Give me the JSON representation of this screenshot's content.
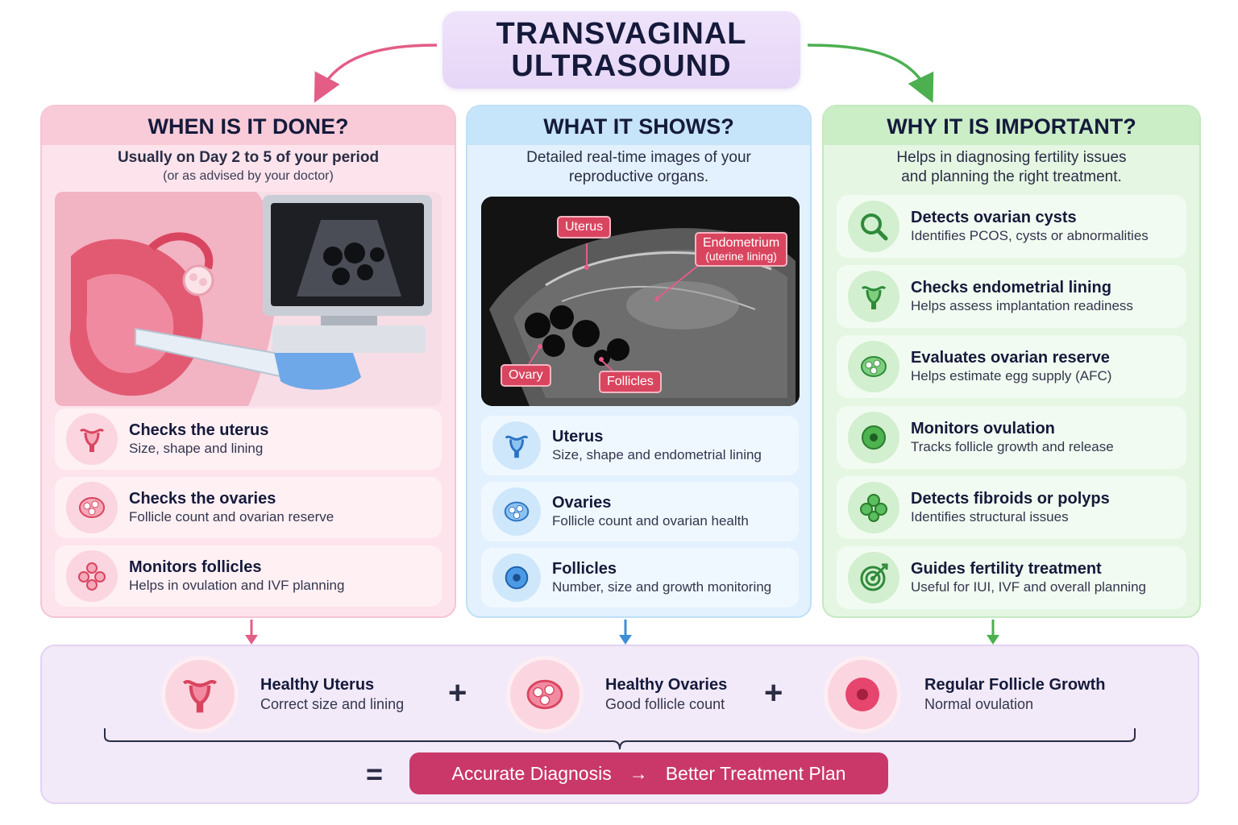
{
  "title": {
    "line1": "TRANSVAGINAL",
    "line2": "ULTRASOUND"
  },
  "colors": {
    "pink": "#d9455f",
    "blue": "#3d8fd6",
    "green": "#3ea34a",
    "accent": "#c93869"
  },
  "when": {
    "title": "WHEN IS IT DONE?",
    "subtitle": "Usually on Day 2 to 5 of your period",
    "note": "(or as advised by your doctor)",
    "items": [
      {
        "title": "Checks the uterus",
        "desc": "Size, shape and lining",
        "icon": "uterus-icon"
      },
      {
        "title": "Checks the ovaries",
        "desc": "Follicle count and ovarian reserve",
        "icon": "ovary-icon"
      },
      {
        "title": "Monitors follicles",
        "desc": "Helps in ovulation and IVF planning",
        "icon": "follicles-icon"
      }
    ]
  },
  "what": {
    "title": "WHAT IT SHOWS?",
    "subtitle_line1": "Detailed real-time images of your",
    "subtitle_line2": "reproductive organs.",
    "labels": {
      "uterus": "Uterus",
      "endometrium": "Endometrium",
      "endometrium_sub": "(uterine lining)",
      "ovary": "Ovary",
      "follicles": "Follicles"
    },
    "items": [
      {
        "title": "Uterus",
        "desc": "Size, shape and endometrial lining",
        "icon": "uterus-icon"
      },
      {
        "title": "Ovaries",
        "desc": "Follicle count and ovarian health",
        "icon": "ovary-icon"
      },
      {
        "title": "Follicles",
        "desc": "Number, size and growth monitoring",
        "icon": "follicle-icon"
      }
    ]
  },
  "why": {
    "title": "WHY IT IS IMPORTANT?",
    "subtitle_line1": "Helps in diagnosing fertility issues",
    "subtitle_line2": "and planning the right treatment.",
    "items": [
      {
        "title": "Detects ovarian cysts",
        "desc": "Identifies PCOS, cysts or abnormalities",
        "icon": "magnifier-icon"
      },
      {
        "title": "Checks endometrial lining",
        "desc": "Helps assess implantation readiness",
        "icon": "uterus-icon"
      },
      {
        "title": "Evaluates ovarian reserve",
        "desc": "Helps estimate egg supply (AFC)",
        "icon": "ovary-icon"
      },
      {
        "title": "Monitors ovulation",
        "desc": "Tracks follicle growth and release",
        "icon": "follicle-icon"
      },
      {
        "title": "Detects fibroids or polyps",
        "desc": "Identifies structural issues",
        "icon": "cluster-icon"
      },
      {
        "title": "Guides fertility treatment",
        "desc": "Useful for IUI, IVF and overall planning",
        "icon": "target-icon"
      }
    ]
  },
  "summary": {
    "items": [
      {
        "title": "Healthy Uterus",
        "desc": "Correct size and lining"
      },
      {
        "title": "Healthy Ovaries",
        "desc": "Good follicle count"
      },
      {
        "title": "Regular Follicle Growth",
        "desc": "Normal ovulation"
      }
    ],
    "plus": "+",
    "equals": "=",
    "result_left": "Accurate Diagnosis",
    "result_arrow": "→",
    "result_right": "Better Treatment Plan"
  }
}
